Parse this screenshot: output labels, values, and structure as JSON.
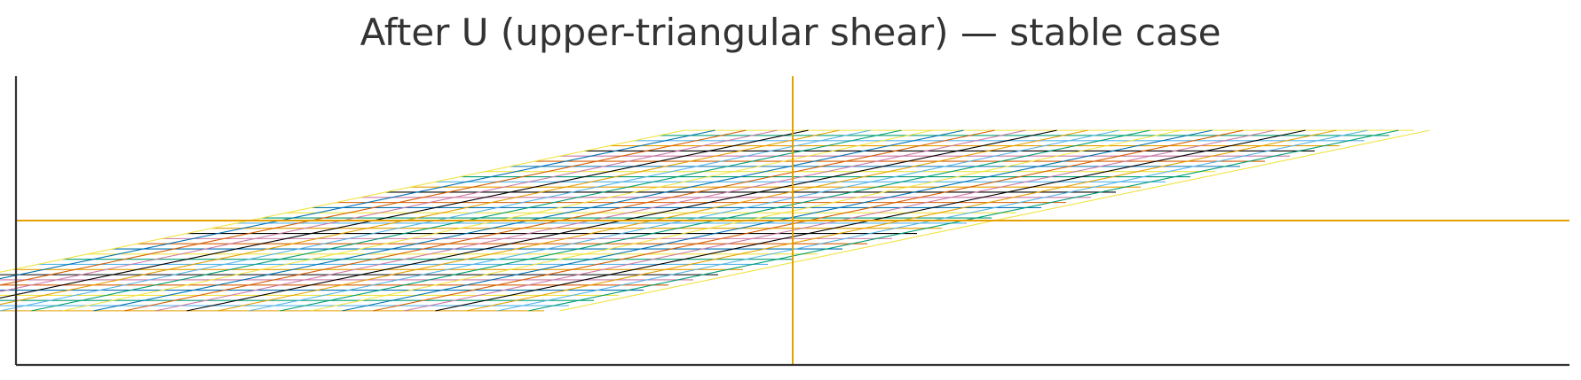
{
  "chart_data": {
    "type": "line",
    "title": "After U (upper-triangular shear) — stable case",
    "xlabel": "",
    "ylabel": "",
    "xlim": [
      -2.5,
      2.5
    ],
    "ylim": [
      -2.8,
      2.8
    ],
    "grid": false,
    "legend": "none",
    "axes_color": "#e69f00",
    "spine_color": "#333333",
    "transform": {
      "matrix": [
        [
          1,
          0.8
        ],
        [
          0,
          1
        ]
      ],
      "domain_x": [
        -1.75,
        0.6
      ],
      "domain_y": [
        -1.75,
        1.75
      ],
      "step": 0.1
    },
    "grid_line_colors": [
      "#e69f00",
      "#56b4e9",
      "#009e73",
      "#f0e442",
      "#0072b2",
      "#d55e00",
      "#cc79a7",
      "#000000"
    ]
  }
}
